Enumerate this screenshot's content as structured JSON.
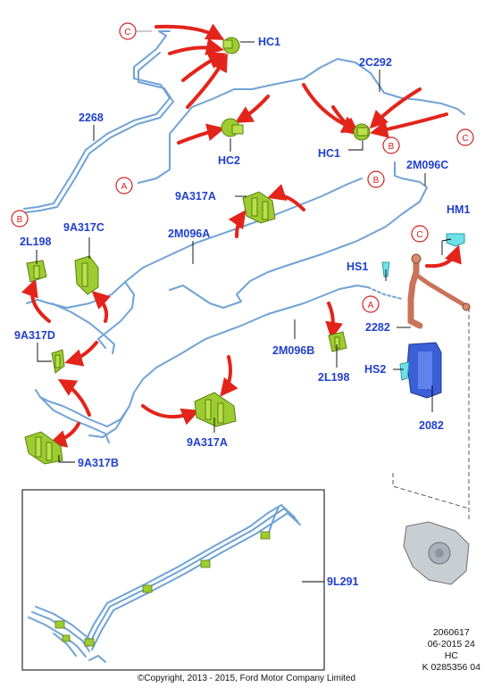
{
  "labels": {
    "hc1_top": "HC1",
    "l2c292": "2C292",
    "l2268": "2268",
    "hc2": "HC2",
    "hc1_mid": "HC1",
    "m2m096c": "2M096C",
    "a9a317a_top": "9A317A",
    "hm1": "HM1",
    "l2l198_left": "2L198",
    "a9a317c": "9A317C",
    "m2m096a": "2M096A",
    "hs1": "HS1",
    "a9a317d": "9A317D",
    "l2282": "2282",
    "m2m096b": "2M096B",
    "l2l198_mid": "2L198",
    "hs2": "HS2",
    "a9a317a_bot": "9A317A",
    "l2082": "2082",
    "a9a317b": "9A317B",
    "l9l291": "9L291"
  },
  "connectors": {
    "c_top": "C",
    "c_right": "C",
    "c_hm": "C",
    "a_left": "A",
    "a_right": "A",
    "b_left": "B",
    "b_mid": "B",
    "b_right": "B"
  },
  "meta": {
    "line1": "2060617",
    "line2": "06-2015 24",
    "line3": "HC",
    "line4": "K 0285356 04"
  },
  "copyright": "©Copyright, 2013 - 2015, Ford Motor Company Limited",
  "colors": {
    "label": "#1f3fcf",
    "pipe": "#6fa3d6",
    "clip": "#9ccc2f",
    "arrow": "#e3241b",
    "circle": "#d42020",
    "hose": "#c8745a",
    "bracket": "#3b5fd6"
  }
}
